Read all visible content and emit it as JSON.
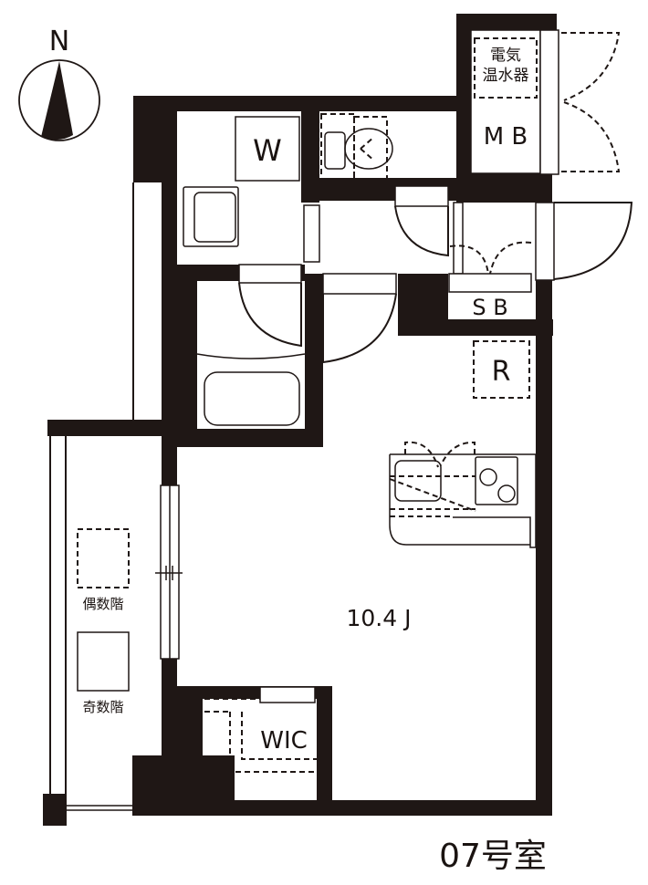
{
  "compass": {
    "label": "N",
    "icon": "north-arrow-icon"
  },
  "rooms": {
    "water_heater": "電気\n温水器",
    "water_heater_line1": "電気",
    "water_heater_line2": "温水器",
    "meter_box": "M B",
    "washer": "W",
    "shoe_box": "S B",
    "refrigerator": "R",
    "main_room_area": "10.4 J",
    "walk_in_closet": "WIC"
  },
  "balcony": {
    "even_floor": "偶数階",
    "odd_floor": "奇数階"
  },
  "unit": {
    "number": "07号室"
  },
  "colors": {
    "wall": "#1f1715",
    "background": "#ffffff",
    "text": "#1a1311"
  }
}
